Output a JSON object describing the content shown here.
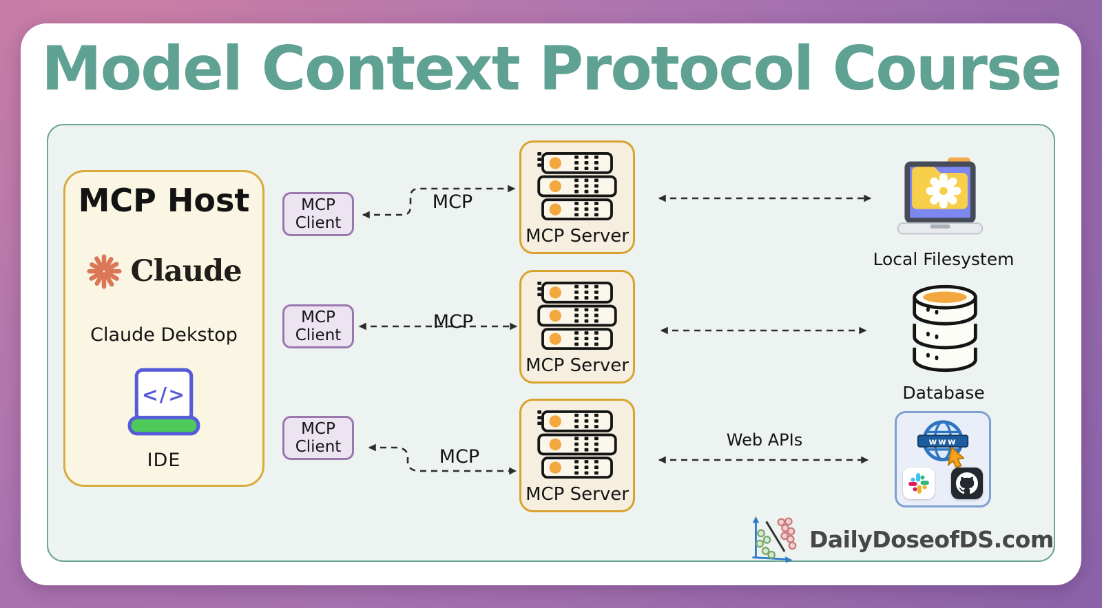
{
  "title": "Model Context Protocol Course",
  "host": {
    "heading": "MCP Host",
    "claude_wordmark": "Claude",
    "app_name": "Claude Dekstop",
    "ide_glyph": "</>",
    "ide_label": "IDE"
  },
  "rows": [
    {
      "client_line1": "MCP",
      "client_line2": "Client",
      "server_label": "MCP Server",
      "link_label": "MCP"
    },
    {
      "client_line1": "MCP",
      "client_line2": "Client",
      "server_label": "MCP Server",
      "link_label": "MCP"
    },
    {
      "client_line1": "MCP",
      "client_line2": "Client",
      "server_label": "MCP Server",
      "link_label": "MCP"
    }
  ],
  "resources": {
    "filesystem_label": "Local Filesystem",
    "database_label": "Database",
    "webapis_link_label": "Web APIs",
    "globe_banner": "www"
  },
  "footer": {
    "brand": "DailyDoseofDS.com"
  },
  "colors": {
    "title_teal": "#5fa192",
    "panel_border": "#6ba395",
    "host_border": "#d7ab3c",
    "client_border": "#9a78ad",
    "server_border": "#d7a32e",
    "claude_coral": "#d97757",
    "accent_orange": "#f2a83e",
    "arrow": "#2b2b2b"
  }
}
